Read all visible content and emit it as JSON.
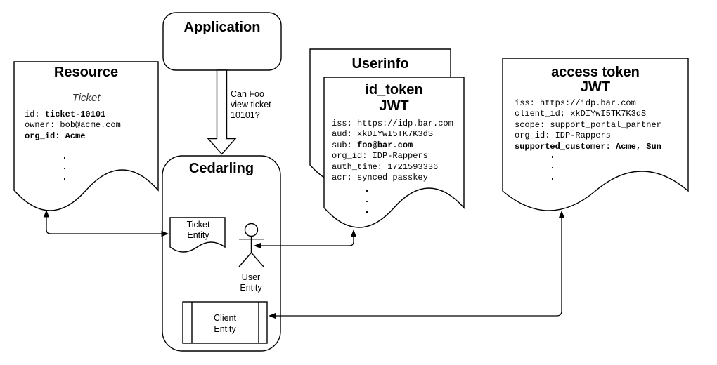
{
  "colors": {
    "stroke": "#000000",
    "background": "#ffffff",
    "text": "#000000"
  },
  "diagram": {
    "resource": {
      "title": "Resource",
      "type_label": "Ticket",
      "claims": [
        {
          "key": "id",
          "value": "ticket-10101",
          "bold": "value"
        },
        {
          "key": "owner",
          "value": "bob@acme.com",
          "bold": "none"
        },
        {
          "key": "org_id",
          "value": "Acme",
          "bold": "all"
        }
      ]
    },
    "application": {
      "title": "Application"
    },
    "question": "Can Foo\nview ticket\n10101?",
    "cedarling": {
      "title": "Cedarling",
      "ticket_entity_label": "Ticket\nEntity",
      "user_entity_label": "User\nEntity",
      "client_entity_label": "Client\nEntity"
    },
    "userinfo": {
      "title": "Userinfo"
    },
    "id_token": {
      "title": "id_token",
      "subtitle": "JWT",
      "claims": [
        {
          "key": "iss",
          "value": "https://idp.bar.com",
          "bold": "none"
        },
        {
          "key": "aud",
          "value": "xkDIYwI5TK7K3dS",
          "bold": "none"
        },
        {
          "key": "sub",
          "value": "foo@bar.com",
          "bold": "value"
        },
        {
          "key": "org_id",
          "value": "IDP-Rappers",
          "bold": "none"
        },
        {
          "key": "auth_time",
          "value": "1721593336",
          "bold": "none"
        },
        {
          "key": "acr",
          "value": "synced passkey",
          "bold": "none"
        }
      ]
    },
    "access_token": {
      "title": "access token",
      "subtitle": "JWT",
      "claims": [
        {
          "key": "iss",
          "value": "https://idp.bar.com",
          "bold": "none"
        },
        {
          "key": "client_id",
          "value": "xkDIYwI5TK7K3dS",
          "bold": "none"
        },
        {
          "key": "scope",
          "value": "support_portal_partner",
          "bold": "none"
        },
        {
          "key": "org_id",
          "value": "IDP-Rappers",
          "bold": "none"
        },
        {
          "key": "supported_customer",
          "value": "Acme, Sun",
          "bold": "all"
        }
      ]
    }
  }
}
